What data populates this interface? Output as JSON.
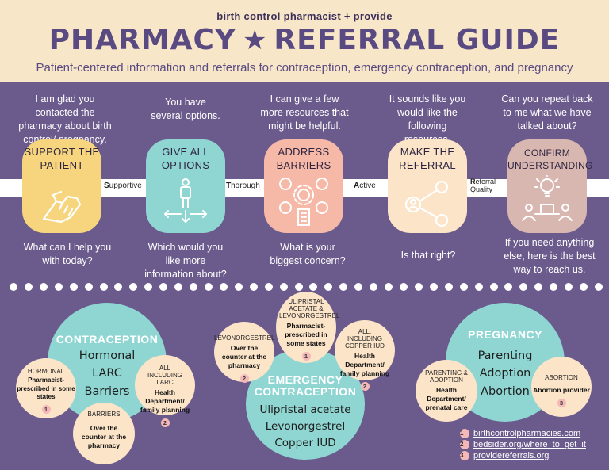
{
  "header": {
    "eyebrow": "birth control pharmacist + provide",
    "title_left": "PHARMACY",
    "title_right": "REFERRAL GUIDE",
    "subtitle": "Patient-centered information and referrals for contraception, emergency contraception, and pregnancy"
  },
  "steps": [
    {
      "top_text": "I am glad you contacted the pharmacy about birth control/ pregnancy.",
      "label": "SUPPORT THE PATIENT",
      "icon": "handshake-icon",
      "bottom_text": "What can I help you with today?",
      "color": "#f6d57e"
    },
    {
      "top_text": "You have several options.",
      "label": "GIVE ALL OPTIONS",
      "icon": "person-options-icon",
      "bottom_text": "Which would you like more information about?",
      "color": "#8fd6d3"
    },
    {
      "top_text": "I can give a few more resources that might be helpful.",
      "label": "ADDRESS BARRIERS",
      "icon": "barriers-icon",
      "bottom_text": "What is your biggest concern?",
      "color": "#f6b9a8"
    },
    {
      "top_text": "It sounds like you would like the following resources.",
      "label": "MAKE THE REFERRAL",
      "icon": "network-icon",
      "bottom_text": "Is that right?",
      "color": "#fbe4c8"
    },
    {
      "top_text": "Can you repeat back to me what we have talked about?",
      "label": "CONFIRM UNDERSTANDING",
      "icon": "idea-group-icon",
      "bottom_text": "If you need anything else, here is the best way to reach us.",
      "color": "#d9b7b1"
    }
  ],
  "band_labels": [
    {
      "first": "S",
      "rest": "upportive"
    },
    {
      "first": "T",
      "rest": "horough"
    },
    {
      "first": "A",
      "rest": "ctive"
    },
    {
      "first": "R",
      "rest": "eferral Quality"
    }
  ],
  "contraception": {
    "title": "CONTRACEPTION",
    "items": [
      "Hormonal",
      "LARC",
      "Barriers"
    ],
    "sub": [
      {
        "head": "HORMONAL",
        "body": "Pharmacist-prescribed in some states",
        "num": "1"
      },
      {
        "head": "ALL INCLUDING LARC",
        "body": "Health Department/ family planning",
        "num": "2"
      },
      {
        "head": "BARRIERS",
        "body": "Over the counter at the pharmacy",
        "num": ""
      }
    ]
  },
  "emergency": {
    "title": "EMERGENCY CONTRACEPTION",
    "items": [
      "Ulipristal acetate",
      "Levonorgestrel",
      "Copper IUD"
    ],
    "sub": [
      {
        "head": "LEVONORGESTREL",
        "body": "Over the counter at the pharmacy",
        "num": "2"
      },
      {
        "head": "ULIPRISTAL ACETATE & LEVONORGESTREL",
        "body": "Pharmacist-prescribed in some states",
        "num": "1"
      },
      {
        "head": "ALL, INCLUDING COPPER IUD",
        "body": "Health Department/ family planning",
        "num": "2"
      }
    ]
  },
  "pregnancy": {
    "title": "PREGNANCY",
    "items": [
      "Parenting",
      "Adoption",
      "Abortion"
    ],
    "sub": [
      {
        "head": "PARENTING & ADOPTION",
        "body": "Health Department/ prenatal care",
        "num": "2"
      },
      {
        "head": "ABORTION",
        "body": "Abortion provider",
        "num": "3"
      }
    ]
  },
  "references": [
    {
      "num": "1",
      "text": "birthcontrolpharmacies.com"
    },
    {
      "num": "2",
      "text": "bedsider.org/where_to_get_it"
    },
    {
      "num": "3",
      "text": "providereferrals.org"
    }
  ]
}
